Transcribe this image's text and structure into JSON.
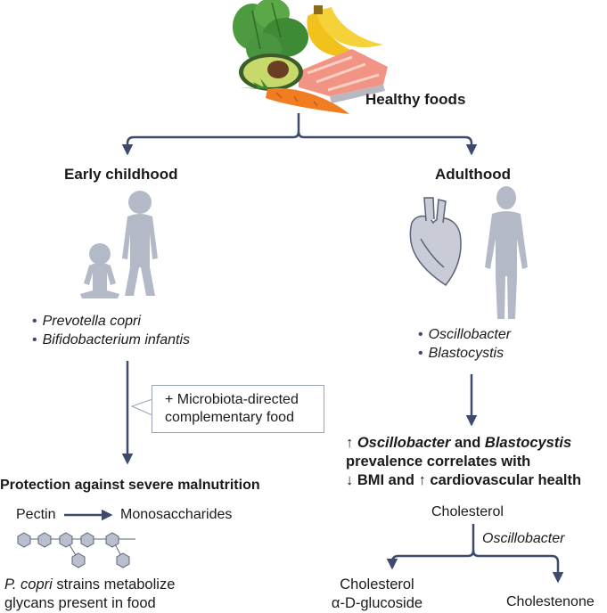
{
  "top_label": "Healthy foods",
  "left": {
    "heading": "Early childhood",
    "bullets": [
      "Prevotella copri",
      "Bifidobacterium infantis"
    ],
    "callout_line1": "+ Microbiota-directed",
    "callout_line2": "complementary food",
    "outcome": "Protection against severe malnutrition",
    "pectin": "Pectin",
    "monosaccharides": "Monosaccharides",
    "footnote_italic": "P. copri",
    "footnote_rest": " strains metabolize",
    "footnote_line2": "glycans present in food"
  },
  "right": {
    "heading": "Adulthood",
    "bullets": [
      "Oscillobacter",
      "Blastocystis"
    ],
    "result_arrow_up": "↑ ",
    "result_osc": "Oscillobacter",
    "result_and": " and ",
    "result_blast": "Blastocystis",
    "result_line2": "prevalence correlates with",
    "result_line3": "↓ BMI and ↑ cardiovascular health",
    "cholesterol": "Cholesterol",
    "enzyme_label": "Oscillobacter",
    "product1_line1": "Cholesterol",
    "product1_line2": "α-D-glucoside",
    "product2": "Cholestenone"
  },
  "colors": {
    "arrow": "#3d4a6b",
    "silhouette": "#b4b9c7",
    "hexagon": "#b9bfcc"
  }
}
